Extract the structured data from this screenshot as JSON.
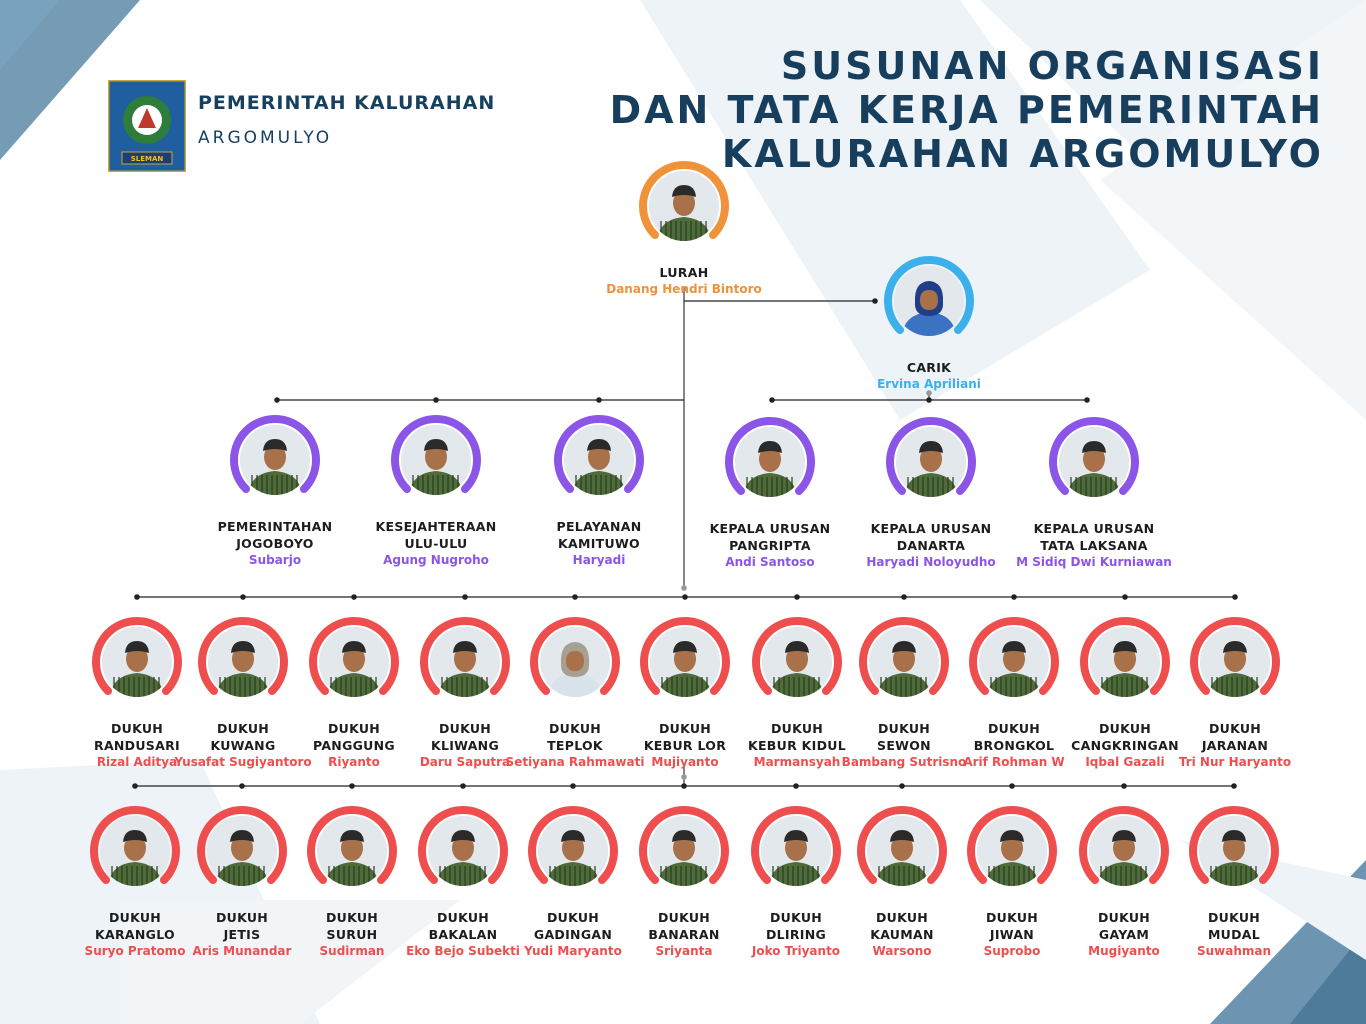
{
  "header": {
    "org_line1": "PEMERINTAH KALURAHAN",
    "org_line2": "ARGOMULYO",
    "logo_text": "SLEMAN",
    "title_lines": [
      "SUSUNAN ORGANISASI",
      "DAN TATA KERJA PEMERINTAH",
      "KALURAHAN ARGOMULYO"
    ]
  },
  "colors": {
    "lurah": "#f0923a",
    "carik": "#3bb0ea",
    "staff": "#8b55e8",
    "dukuh": "#ee4e4e",
    "navy": "#173e5c"
  },
  "lurah": {
    "role": [
      "LURAH"
    ],
    "name": "Danang Hendri Bintoro"
  },
  "carik": {
    "role": [
      "CARIK"
    ],
    "name": "Ervina Apriliani"
  },
  "staff": [
    {
      "role": [
        "PEMERINTAHAN",
        "JOGOBOYO"
      ],
      "name": "Subarjo"
    },
    {
      "role": [
        "KESEJAHTERAAN",
        "ULU-ULU"
      ],
      "name": "Agung Nugroho"
    },
    {
      "role": [
        "PELAYANAN",
        "KAMITUWO"
      ],
      "name": "Haryadi"
    },
    {
      "role": [
        "KEPALA URUSAN",
        "PANGRIPTA"
      ],
      "name": "Andi Santoso"
    },
    {
      "role": [
        "KEPALA URUSAN",
        "DANARTA"
      ],
      "name": "Haryadi Noloyudho"
    },
    {
      "role": [
        "KEPALA URUSAN",
        "TATA LAKSANA"
      ],
      "name": "M Sidiq Dwi Kurniawan"
    }
  ],
  "dukuh_row1": [
    {
      "role": [
        "DUKUH",
        "RANDUSARI"
      ],
      "name": "Rizal Aditya"
    },
    {
      "role": [
        "DUKUH",
        "KUWANG"
      ],
      "name": "Yusafat Sugiyantoro"
    },
    {
      "role": [
        "DUKUH",
        "PANGGUNG"
      ],
      "name": "Riyanto"
    },
    {
      "role": [
        "DUKUH",
        "KLIWANG"
      ],
      "name": "Daru Saputra"
    },
    {
      "role": [
        "DUKUH",
        "TEPLOK"
      ],
      "name": "Setiyana Rahmawati"
    },
    {
      "role": [
        "DUKUH",
        "KEBUR LOR"
      ],
      "name": "Mujiyanto"
    },
    {
      "role": [
        "DUKUH",
        "KEBUR KIDUL"
      ],
      "name": "Marmansyah"
    },
    {
      "role": [
        "DUKUH",
        "SEWON"
      ],
      "name": "Bambang Sutrisno"
    },
    {
      "role": [
        "DUKUH",
        "BRONGKOL"
      ],
      "name": "Arif Rohman W"
    },
    {
      "role": [
        "DUKUH",
        "CANGKRINGAN"
      ],
      "name": "Iqbal Gazali"
    },
    {
      "role": [
        "DUKUH",
        "JARANAN"
      ],
      "name": "Tri Nur Haryanto"
    }
  ],
  "dukuh_row2": [
    {
      "role": [
        "DUKUH",
        "KARANGLO"
      ],
      "name": "Suryo Pratomo"
    },
    {
      "role": [
        "DUKUH",
        "JETIS"
      ],
      "name": "Aris Munandar"
    },
    {
      "role": [
        "DUKUH",
        "SURUH"
      ],
      "name": "Sudirman"
    },
    {
      "role": [
        "DUKUH",
        "BAKALAN"
      ],
      "name": "Eko Bejo Subekti"
    },
    {
      "role": [
        "DUKUH",
        "GADINGAN"
      ],
      "name": "Yudi Maryanto"
    },
    {
      "role": [
        "DUKUH",
        "BANARAN"
      ],
      "name": "Sriyanta"
    },
    {
      "role": [
        "DUKUH",
        "DLIRING"
      ],
      "name": "Joko Triyanto"
    },
    {
      "role": [
        "DUKUH",
        "KAUMAN"
      ],
      "name": "Warsono"
    },
    {
      "role": [
        "DUKUH",
        "JIWAN"
      ],
      "name": "Suprobo"
    },
    {
      "role": [
        "DUKUH",
        "GAYAM"
      ],
      "name": "Mugiyanto"
    },
    {
      "role": [
        "DUKUH",
        "MUDAL"
      ],
      "name": "Suwahman"
    }
  ]
}
